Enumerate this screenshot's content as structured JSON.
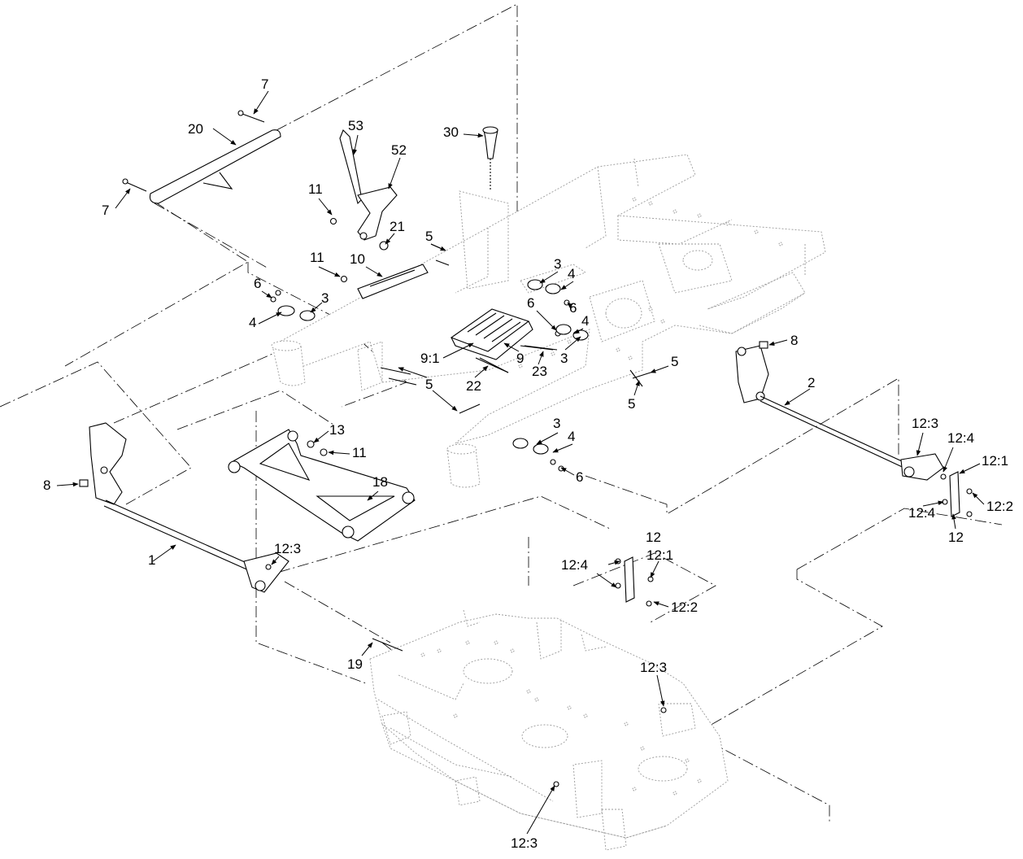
{
  "callouts": [
    {
      "id": "c7a",
      "text": "7"
    },
    {
      "id": "c20",
      "text": "20"
    },
    {
      "id": "c7b",
      "text": "7"
    },
    {
      "id": "c53",
      "text": "53"
    },
    {
      "id": "c52",
      "text": "52"
    },
    {
      "id": "c30",
      "text": "30"
    },
    {
      "id": "c11a",
      "text": "11"
    },
    {
      "id": "c21",
      "text": "21"
    },
    {
      "id": "c5a",
      "text": "5"
    },
    {
      "id": "c11b",
      "text": "11"
    },
    {
      "id": "c10",
      "text": "10"
    },
    {
      "id": "c3a",
      "text": "3"
    },
    {
      "id": "c4a",
      "text": "4"
    },
    {
      "id": "c6a",
      "text": "6"
    },
    {
      "id": "c6b",
      "text": "6"
    },
    {
      "id": "c3b",
      "text": "3"
    },
    {
      "id": "c4b",
      "text": "4"
    },
    {
      "id": "c6c",
      "text": "6"
    },
    {
      "id": "c4c",
      "text": "4"
    },
    {
      "id": "c3c",
      "text": "3"
    },
    {
      "id": "c91",
      "text": "9:1"
    },
    {
      "id": "c9",
      "text": "9"
    },
    {
      "id": "c23",
      "text": "23"
    },
    {
      "id": "c22",
      "text": "22"
    },
    {
      "id": "c5b",
      "text": "5"
    },
    {
      "id": "c5c",
      "text": "5"
    },
    {
      "id": "c5d",
      "text": "5"
    },
    {
      "id": "c8a",
      "text": "8"
    },
    {
      "id": "c2",
      "text": "2"
    },
    {
      "id": "c123a",
      "text": "12:3"
    },
    {
      "id": "c124a",
      "text": "12:4"
    },
    {
      "id": "c121a",
      "text": "12:1"
    },
    {
      "id": "c122a",
      "text": "12:2"
    },
    {
      "id": "c124b",
      "text": "12:4"
    },
    {
      "id": "c12a",
      "text": "12"
    },
    {
      "id": "c13",
      "text": "13"
    },
    {
      "id": "c11c",
      "text": "11"
    },
    {
      "id": "c3d",
      "text": "3"
    },
    {
      "id": "c4d",
      "text": "4"
    },
    {
      "id": "c6d",
      "text": "6"
    },
    {
      "id": "c18",
      "text": "18"
    },
    {
      "id": "c8b",
      "text": "8"
    },
    {
      "id": "c1",
      "text": "1"
    },
    {
      "id": "c123b",
      "text": "12:3"
    },
    {
      "id": "c12b",
      "text": "12"
    },
    {
      "id": "c121b",
      "text": "12:1"
    },
    {
      "id": "c124c",
      "text": "12:4"
    },
    {
      "id": "c122b",
      "text": "12:2"
    },
    {
      "id": "c19",
      "text": "19"
    },
    {
      "id": "c123c",
      "text": "12:3"
    },
    {
      "id": "c123d",
      "text": "12:3"
    }
  ]
}
